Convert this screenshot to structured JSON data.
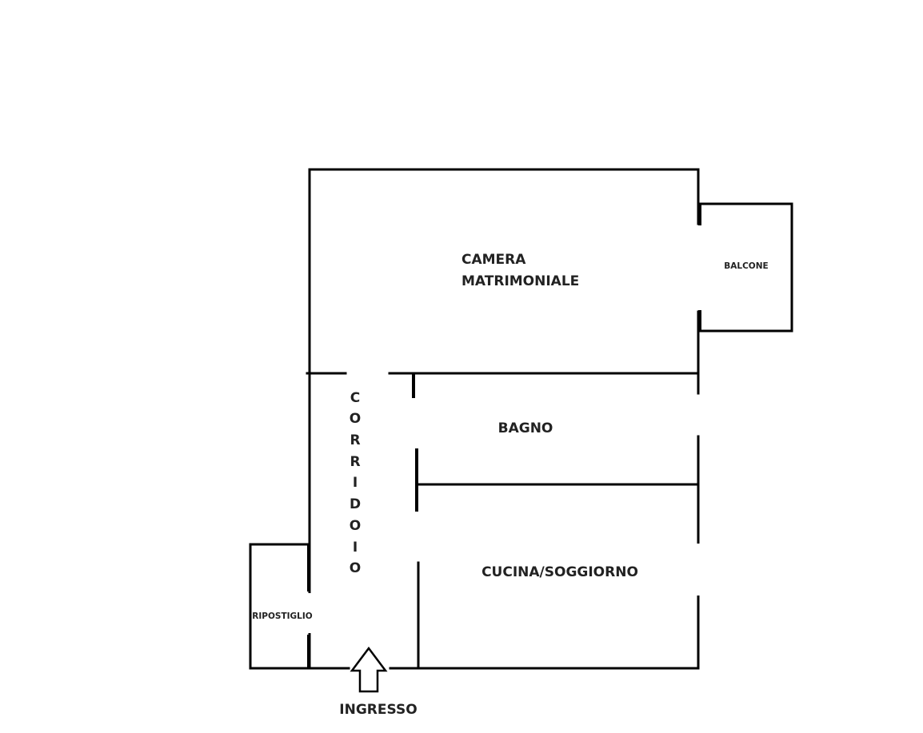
{
  "rooms": {
    "camera": {
      "line1": "CAMERA",
      "line2": "MATRIMONIALE"
    },
    "balcone": "BALCONE",
    "bagno": "BAGNO",
    "cucina": "CUCINA/SOGGIORNO",
    "ripostiglio": "RIPOSTIGLIO",
    "corridoio": [
      "C",
      "O",
      "R",
      "R",
      "I",
      "D",
      "O",
      "I",
      "O"
    ]
  },
  "entrance": {
    "label": "INGRESSO"
  },
  "colors": {
    "wall": "#000000",
    "text": "#222222",
    "background": "#ffffff"
  }
}
